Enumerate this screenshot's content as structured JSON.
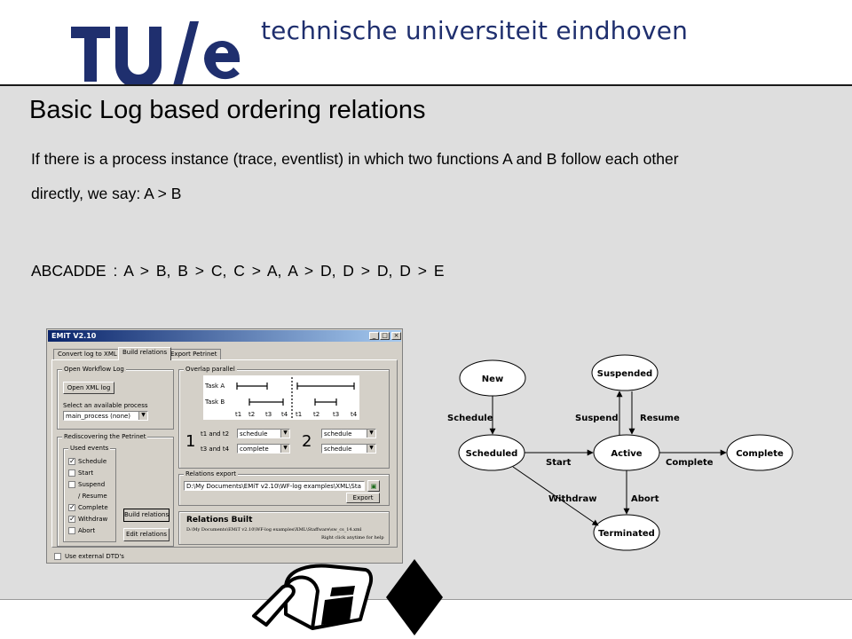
{
  "header": {
    "logo_text": "TU/e",
    "title": "technische universiteit eindhoven"
  },
  "slide": {
    "title": "Basic Log based ordering relations",
    "line1": "If there is a process instance (trace, eventlist) in which two functions A and B follow each other",
    "line2": "directly, we say:  A > B",
    "line3": "ABCADDE   :     A > B,    B > C,    C > A,    A > D,    D > D,    D > E"
  },
  "emit": {
    "title": "EMiT V2.10",
    "tabs": [
      "Convert log to XML",
      "Build relations",
      "Export Petrinet"
    ],
    "open_workflow_log": {
      "legend": "Open Workflow Log",
      "open_button": "Open XML log",
      "select_label": "Select an available process",
      "process_value": "main_process (none)"
    },
    "rediscovering": {
      "legend": "Rediscovering the Petrinet",
      "used_events_legend": "Used events",
      "events": [
        {
          "label": "Schedule",
          "checked": true
        },
        {
          "label": "Start",
          "checked": false
        },
        {
          "label": "Suspend",
          "checked": false
        },
        {
          "label": "/ Resume",
          "checked": null
        },
        {
          "label": "Complete",
          "checked": true
        },
        {
          "label": "Withdraw",
          "checked": true
        },
        {
          "label": "Abort",
          "checked": false
        }
      ],
      "build_button": "Build relations",
      "edit_button": "Edit relations"
    },
    "overlap": {
      "legend": "Overlap parallel",
      "task_a": "Task A",
      "task_b": "Task B",
      "ticks": [
        "t1",
        "t2",
        "t3",
        "t4"
      ],
      "option1_number": "1",
      "option2_number": "2",
      "t1_t2_label": "t1 and t2",
      "t3_t4_label": "t3 and t4",
      "opt1_combo1": "schedule",
      "opt1_combo2": "complete",
      "opt2_combo1": "schedule",
      "opt2_combo2": "schedule"
    },
    "relations_export": {
      "legend": "Relations export",
      "path": "D:\\My Documents\\EMiT v2.10\\WF-log examples\\XML\\Sta",
      "export_button": "Export"
    },
    "status": {
      "heading": "Relations Built",
      "path": "D:\\My Documents\\EMiT v2.10\\WF-log examples\\XML\\Staffware\\sw_cs_14.xml",
      "hint": "Right click anytime for help"
    },
    "external_dtd": "Use external DTD's"
  },
  "diagram": {
    "states": [
      "New",
      "Suspended",
      "Scheduled",
      "Active",
      "Complete",
      "Terminated"
    ],
    "transitions": [
      "Schedule",
      "Suspend",
      "Resume",
      "Start",
      "Complete",
      "Withdraw",
      "Abort"
    ]
  },
  "colors": {
    "header_blue": "#1f2f6e",
    "panel_gray": "#dedede",
    "window_gray": "#d4d0c8"
  }
}
